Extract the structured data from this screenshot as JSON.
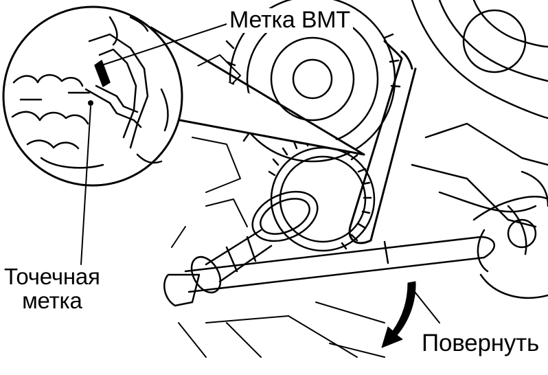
{
  "labels": {
    "tdc_mark": "Метка ВМТ",
    "dot_mark_line1": "Точечная",
    "dot_mark_line2": "метка",
    "rotate": "Повернуть"
  },
  "colors": {
    "ink": "#000000",
    "paper": "#ffffff"
  },
  "icons": {
    "rotation_arrow": "curved-arrow-down-icon"
  }
}
